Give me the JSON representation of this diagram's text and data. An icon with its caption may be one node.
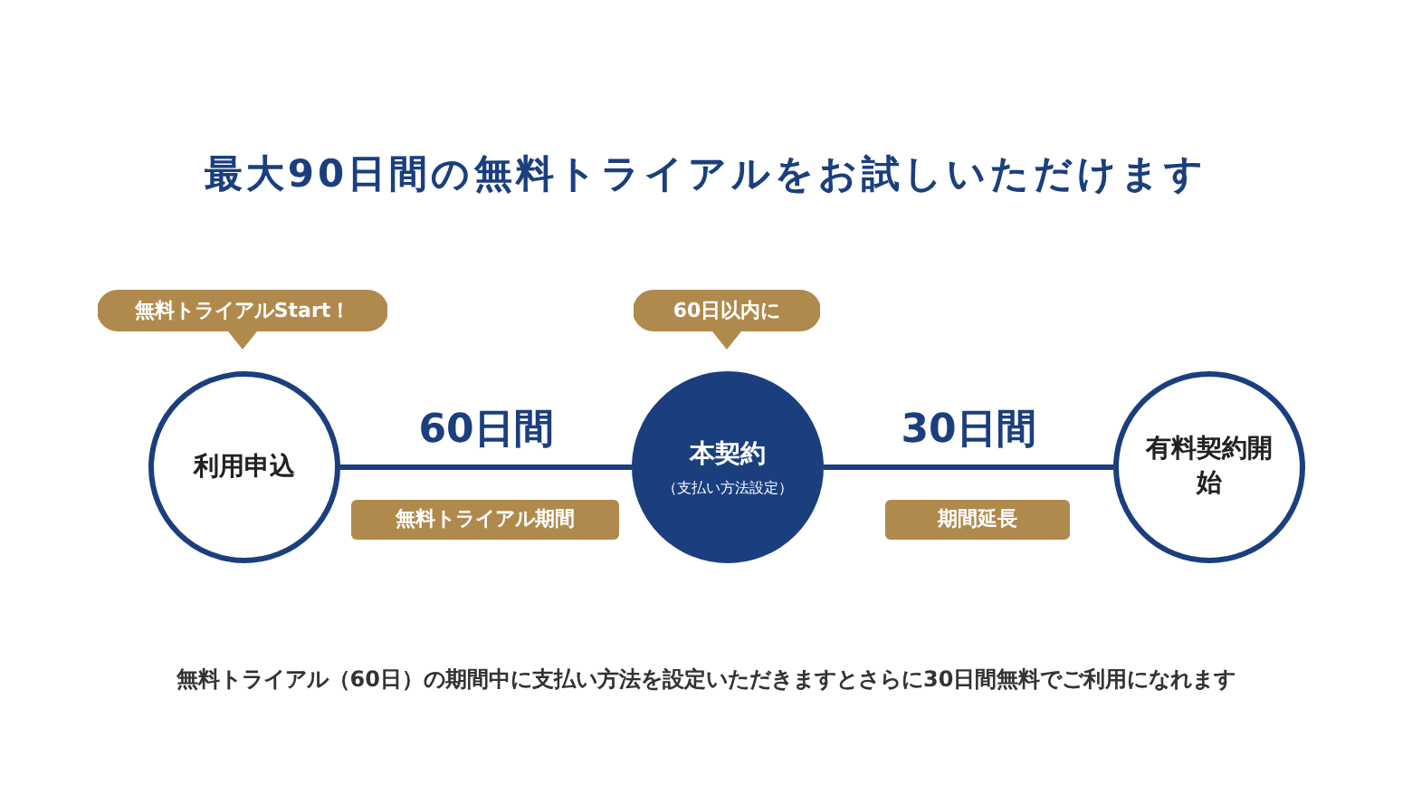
{
  "diagram": {
    "title": "最大90日間の無料トライアルをお試しいただけます",
    "nodes": [
      {
        "text": [
          "無料トライアルStart！"
        ]
      },
      {
        "text": [
          "60日以内に"
        ]
      },
      {
        "text": [
          "利用申込"
        ]
      },
      {
        "text": [
          "本契約",
          "（支払い方法設定）"
        ]
      },
      {
        "text": [
          "有料契約開始"
        ]
      },
      {
        "text": [
          "無料トライアル期間"
        ]
      },
      {
        "text": [
          "期間延長"
        ]
      }
    ],
    "edges": [
      {
        "from": 2,
        "to": 3,
        "arrow": "none",
        "label": "60日間"
      },
      {
        "from": 3,
        "to": 4,
        "arrow": "none",
        "label": "30日間"
      }
    ],
    "labels": [
      "無料トライアル（60日）の期間中に支払い方法を設定いただきますとさらに30日間無料でご利用になれます"
    ]
  }
}
